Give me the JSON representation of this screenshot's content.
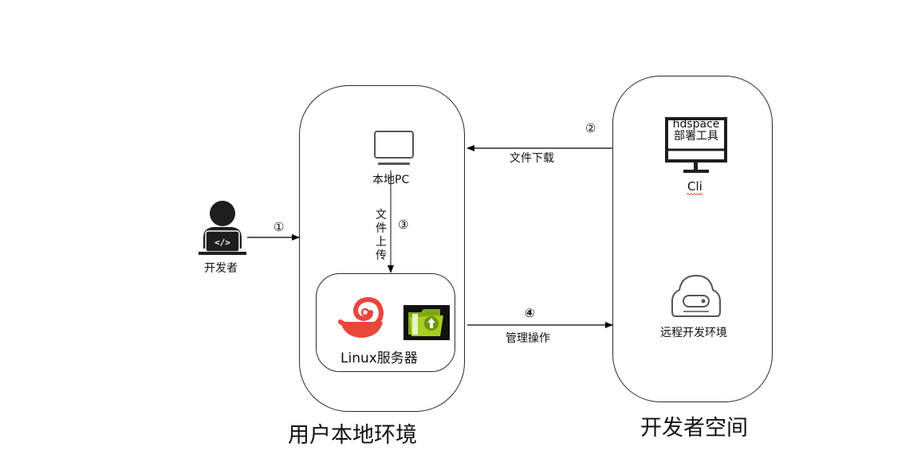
{
  "containers": {
    "local_env": {
      "title": "用户本地环境"
    },
    "dev_space": {
      "title": "开发者空间"
    },
    "linux_server": {
      "label": "Linux服务器"
    }
  },
  "nodes": {
    "developer": {
      "label": "开发者",
      "icon": "developer-laptop-icon"
    },
    "local_pc": {
      "label": "本地PC",
      "icon": "monitor-icon"
    },
    "cli_tool": {
      "screen_line1": "hdspace",
      "screen_line2": "部署工具",
      "label": "Cli",
      "icon": "desktop-monitor-icon"
    },
    "remote_env": {
      "label": "远程开发环境",
      "icon": "cloud-server-icon"
    },
    "linux_icons": [
      "snail-logo-icon",
      "green-folder-upload-icon"
    ]
  },
  "edges": [
    {
      "step": "①",
      "label": "",
      "from": "开发者",
      "to": "用户本地环境"
    },
    {
      "step": "②",
      "label": "文件下载",
      "from": "开发者空间",
      "to": "用户本地环境"
    },
    {
      "step": "③",
      "label": "文件上传",
      "label_chars": [
        "文",
        "件",
        "上",
        "传"
      ],
      "from": "本地PC",
      "to": "Linux服务器"
    },
    {
      "step": "④",
      "label": "管理操作",
      "from": "用户本地环境",
      "to": "开发者空间"
    }
  ],
  "colors": {
    "line": "#000000",
    "icon_dark": "#1e1e1e",
    "icon_gray": "#555555",
    "snail_red": "#e8473a",
    "folder_green": "#9dc51c",
    "squiggle": "#e03a3a"
  }
}
